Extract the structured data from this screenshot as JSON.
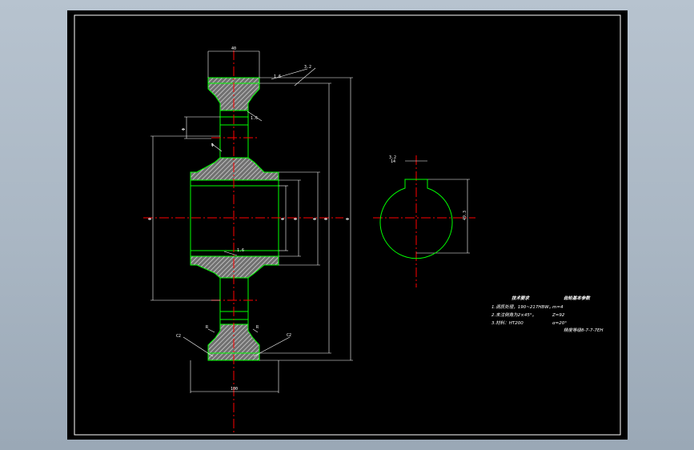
{
  "colors": {
    "background_outer": "#a9b6c3",
    "sheet": "#000000",
    "frame": "#ffffff",
    "outline": "#00ff00",
    "center_line": "#ff0000",
    "dimension": "#ffffff",
    "hatch": "#c8c8c8"
  },
  "dimensions": {
    "rim_width": "40",
    "hub_width": "100",
    "outer_dia": "Φ",
    "tip_dia": "Φ",
    "pitch_dia": "Φ",
    "hub_bore_dia": "Φ",
    "bore_dia": "Φ",
    "hub_outer_dia": "Φ",
    "web_hole_dia": "Φ",
    "rim_inner_dia": "Φ",
    "keyway_width": "14",
    "key_depth": "49.3",
    "surface_roughness_rim": "1.6",
    "surface_roughness_face": "3.2",
    "surface_roughness_web": "1.6",
    "surface_roughness_bore": "1.6",
    "chamfer_left": "C2",
    "chamfer_right": "C2",
    "chamfer_top_left": "R",
    "chamfer_top_right": "R",
    "keyway_roughness": "3.2"
  },
  "technical_requirements": {
    "title": "技术要求",
    "items": [
      "1.调质处理，190~217HBW。",
      "2.未注倒角为2×45°。",
      "3.材料：HT200"
    ]
  },
  "gear_parameters": {
    "title": "齿轮基本参数",
    "items": [
      "m=4",
      "Z=92",
      "α=20°"
    ],
    "precision": "精度等级8-7-7-7EH"
  }
}
